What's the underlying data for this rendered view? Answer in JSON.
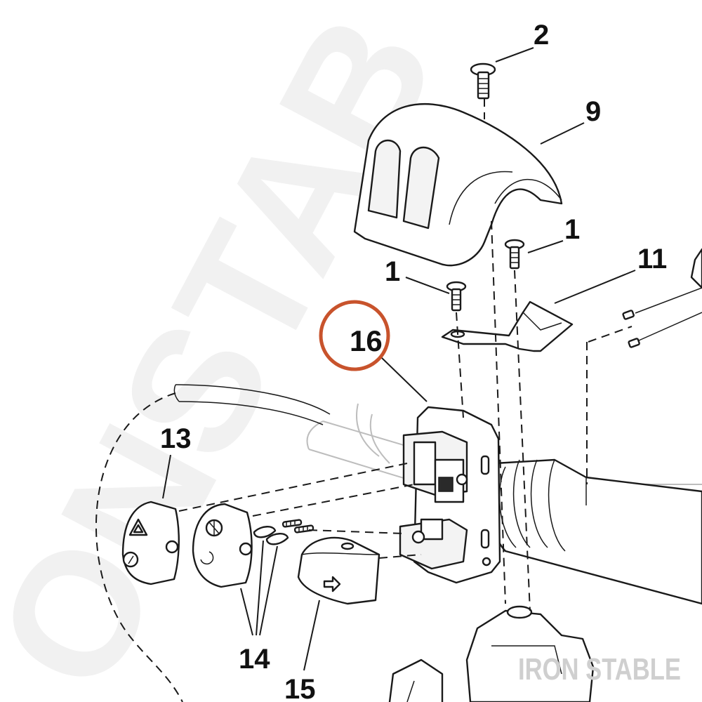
{
  "callouts": {
    "c1a": "1",
    "c1b": "1",
    "c2": "2",
    "c9": "9",
    "c11": "11",
    "c13": "13",
    "c14": "14",
    "c15": "15",
    "c16": "16"
  },
  "highlight": {
    "target": "16",
    "color": "#c8532c"
  },
  "watermark": {
    "diagonal_text": "ONSTAB",
    "brand_text": "IRON STABLE"
  }
}
